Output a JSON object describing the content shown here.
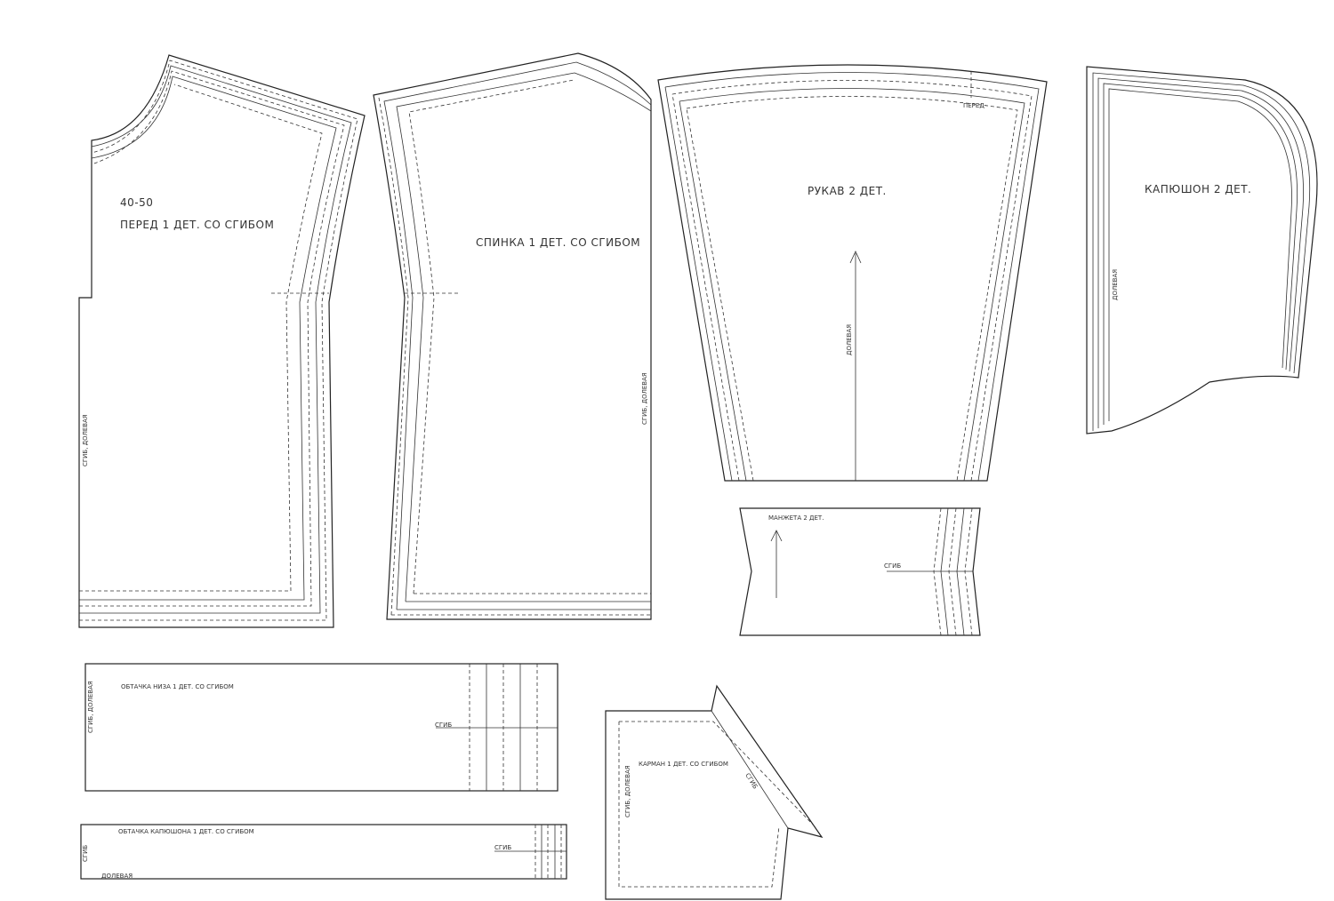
{
  "front": {
    "size": "40-50",
    "title": "ПЕРЕД 1 ДЕТ. СО СГИБОМ",
    "fold": "СГИБ, ДОЛЕВАЯ"
  },
  "back": {
    "title": "СПИНКА 1 ДЕТ. СО СГИБОМ",
    "fold": "СГИБ, ДОЛЕВАЯ"
  },
  "sleeve": {
    "title": "РУКАВ 2 ДЕТ.",
    "front_mark": "ПЕРЕД",
    "grain": "ДОЛЕВАЯ"
  },
  "hood": {
    "title": "КАПЮШОН 2 ДЕТ.",
    "grain": "ДОЛЕВАЯ"
  },
  "cuff": {
    "title": "МАНЖЕТА 2 ДЕТ.",
    "fold": "СГИБ"
  },
  "hem_facing": {
    "title": "ОБТАЧКА НИЗА 1 ДЕТ. СО СГИБОМ",
    "side": "СГИБ, ДОЛЕВАЯ",
    "fold": "СГИБ"
  },
  "hood_facing": {
    "title": "ОБТАЧКА КАПЮШОНА 1 ДЕТ. СО СГИБОМ",
    "side": "СГИБ",
    "fold": "СГИБ",
    "grain": "ДОЛЕВАЯ"
  },
  "pocket": {
    "title": "КАРМАН 1 ДЕТ. СО СГИБОМ",
    "fold": "СГИБ",
    "side": "СГИБ, ДОЛЕВАЯ"
  }
}
